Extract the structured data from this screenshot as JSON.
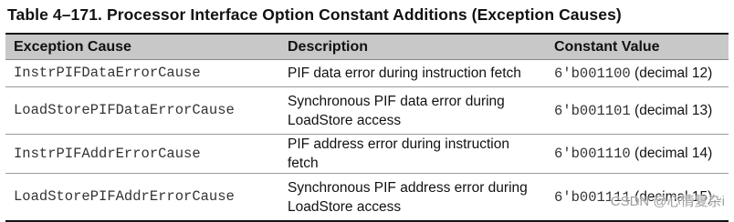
{
  "caption": "Table 4–171.  Processor Interface Option Constant Additions (Exception Causes)",
  "headers": {
    "cause": "Exception Cause",
    "description": "Description",
    "value": "Constant Value"
  },
  "rows": [
    {
      "cause": "InstrPIFDataErrorCause",
      "description": "PIF data error during instruction fetch",
      "value": "6'b001100",
      "decimal": "(decimal 12)"
    },
    {
      "cause": "LoadStorePIFDataErrorCause",
      "description": "Synchronous PIF data error during LoadStore access",
      "value": "6'b001101",
      "decimal": "(decimal 13)"
    },
    {
      "cause": "InstrPIFAddrErrorCause",
      "description": "PIF address error during instruction fetch",
      "value": "6'b001110",
      "decimal": "(decimal 14)"
    },
    {
      "cause": "LoadStorePIFAddrErrorCause",
      "description": "Synchronous PIF address error during LoadStore access",
      "value": "6'b001111",
      "decimal": "(decimal 15)"
    }
  ],
  "watermark": "CSDN @心情复杂i"
}
